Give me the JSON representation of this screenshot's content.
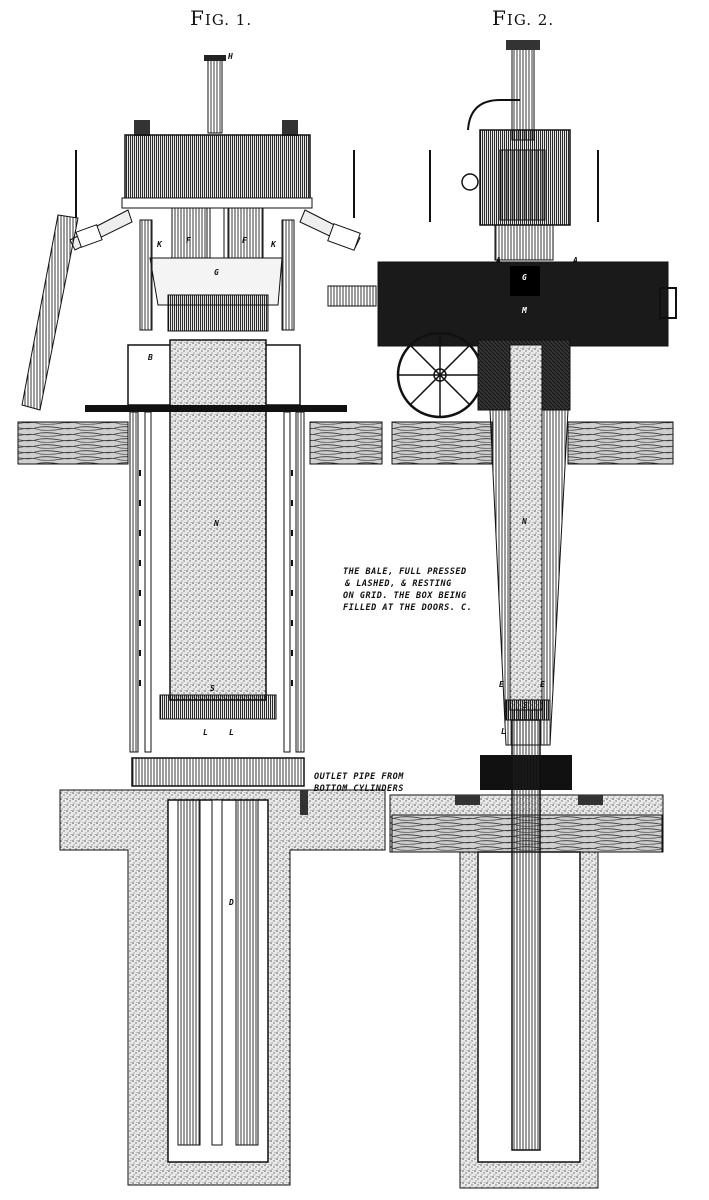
{
  "figures": [
    {
      "title_prefix": "F",
      "title_rest": "IG. 1."
    },
    {
      "title_prefix": "F",
      "title_rest": "IG. 2."
    }
  ],
  "notes": {
    "bale": [
      "THE BALE, FULL PRESSED",
      "& LASHED, & RESTING",
      "ON GRID. THE BOX BEING",
      "FILLED AT THE DOORS. C."
    ],
    "outlet": [
      "OUTLET PIPE FROM",
      "BOTTOM CYLINDERS"
    ]
  },
  "fig1_labels": [
    "H",
    "K",
    "K",
    "F",
    "F",
    "G",
    "B",
    "D",
    "D",
    "N",
    "S",
    "L",
    "L",
    "D"
  ],
  "fig2_labels": [
    "A",
    "A",
    "G",
    "M",
    "N",
    "E",
    "E",
    "S",
    "L"
  ]
}
